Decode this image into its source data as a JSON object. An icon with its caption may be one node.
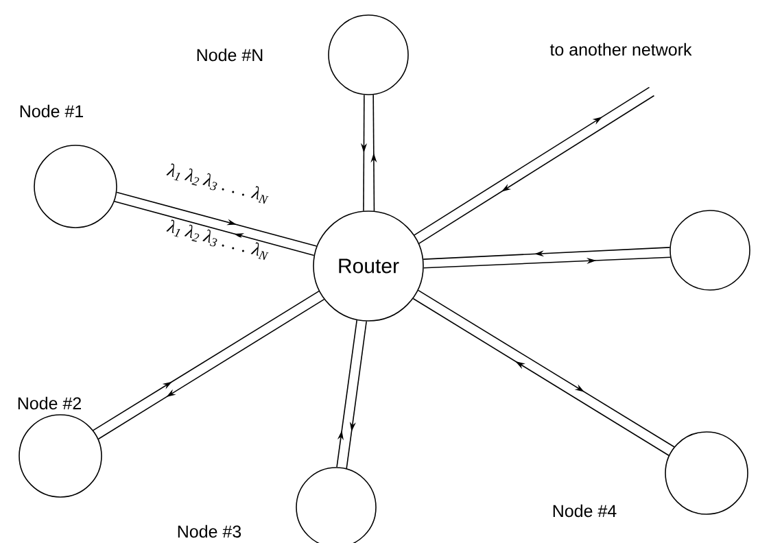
{
  "diagram": {
    "nodes": [
      {
        "text": [],
        "shape": "circle",
        "beside": [
          "Node #N"
        ]
      },
      {
        "text": [],
        "shape": "circle",
        "beside": [
          "Node #1"
        ]
      },
      {
        "text": [
          "Router"
        ]
      },
      {
        "text": [
          "to another network"
        ]
      },
      {
        "text": [],
        "shape": "circle"
      },
      {
        "text": [],
        "shape": "circle",
        "beside": [
          "Node #2"
        ]
      },
      {
        "text": [],
        "shape": "circle",
        "beside": [
          "Node #3"
        ]
      },
      {
        "text": [],
        "shape": "circle",
        "beside": [
          "Node #4"
        ]
      }
    ],
    "edges": [
      {
        "from": 0,
        "to": 2,
        "arrow": "to"
      },
      {
        "from": 2,
        "to": 0,
        "arrow": "to"
      },
      {
        "from": 1,
        "to": 2,
        "arrow": "to",
        "label": "λ$_{1}$ λ$_{2}$ λ$_{3}$ . . . λ$_{N}$"
      },
      {
        "from": 2,
        "to": 1,
        "arrow": "to",
        "label": "λ$_{1}$ λ$_{2}$ λ$_{3}$ . . . λ$_{N}$"
      },
      {
        "from": 2,
        "to": 3,
        "arrow": "to"
      },
      {
        "from": 3,
        "to": 2,
        "arrow": "to"
      },
      {
        "from": 4,
        "to": 2,
        "arrow": "to"
      },
      {
        "from": 2,
        "to": 4,
        "arrow": "to"
      },
      {
        "from": 5,
        "to": 2,
        "arrow": "to"
      },
      {
        "from": 2,
        "to": 5,
        "arrow": "to"
      },
      {
        "from": 6,
        "to": 2,
        "arrow": "to"
      },
      {
        "from": 2,
        "to": 6,
        "arrow": "to"
      },
      {
        "from": 2,
        "to": 7,
        "arrow": "to"
      },
      {
        "from": 7,
        "to": 2,
        "arrow": "to"
      }
    ]
  }
}
